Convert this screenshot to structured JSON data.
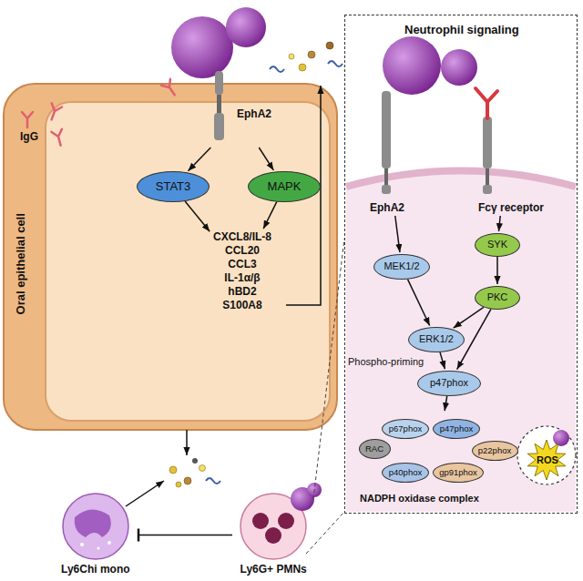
{
  "diagram": {
    "nodes": [
      {
        "text": [
          "Oral epithelial cell"
        ]
      },
      {
        "text": [
          "EphA2"
        ],
        "in": 0
      },
      {
        "text": [
          "STAT3"
        ],
        "in": 0
      },
      {
        "text": [
          "MAPK"
        ],
        "in": 0
      },
      {
        "text": [
          "CXCL8/IL-8",
          "CCL20",
          "CCL3",
          "IL-1α/β",
          "hBD2",
          "S100A8"
        ],
        "in": 0
      },
      {
        "text": [
          "Ly6Chi mono"
        ]
      },
      {
        "text": [
          "Ly6G+ PMNs"
        ]
      },
      {
        "text": [
          "Neutrophil signaling"
        ]
      },
      {
        "text": [
          "EphA2"
        ],
        "in": 7
      },
      {
        "text": [
          "Fcγ receptor"
        ],
        "in": 7
      },
      {
        "text": [
          "MEK1/2"
        ],
        "in": 7
      },
      {
        "text": [
          "SYK"
        ],
        "in": 7
      },
      {
        "text": [
          "PKC"
        ],
        "in": 7
      },
      {
        "text": [
          "ERK1/2"
        ],
        "in": 7
      },
      {
        "text": [
          "p47phox"
        ],
        "in": 7
      },
      {
        "text": [
          "NADPH oxidase complex"
        ],
        "in": 7
      },
      {
        "text": [
          "RAC"
        ],
        "in": 15
      },
      {
        "text": [
          "p67phox"
        ],
        "in": 15
      },
      {
        "text": [
          "p47phox"
        ],
        "in": 15
      },
      {
        "text": [
          "p40phox"
        ],
        "in": 15
      },
      {
        "text": [
          "gp91phox"
        ],
        "in": 15
      },
      {
        "text": [
          "p22phox"
        ],
        "in": 15
      },
      {
        "text": [
          "ROS"
        ],
        "in": 7
      }
    ],
    "edges": [
      {
        "from": 1,
        "to": 2,
        "arrow": "to"
      },
      {
        "from": 1,
        "to": 3,
        "arrow": "to"
      },
      {
        "from": 2,
        "to": 4,
        "arrow": "to"
      },
      {
        "from": 3,
        "to": 4,
        "arrow": "to"
      },
      {
        "from": 6,
        "to": 5,
        "arrow": "to"
      },
      {
        "from": 8,
        "to": 10,
        "arrow": "to"
      },
      {
        "from": 9,
        "to": 11,
        "arrow": "to"
      },
      {
        "from": 10,
        "to": 13,
        "arrow": "to"
      },
      {
        "from": 11,
        "to": 12,
        "arrow": "to"
      },
      {
        "from": 12,
        "to": 13,
        "arrow": "to"
      },
      {
        "from": 13,
        "to": 14,
        "arrow": "to"
      },
      {
        "from": 12,
        "to": 14,
        "arrow": "to"
      },
      {
        "from": 14,
        "to": 15,
        "arrow": "to"
      }
    ],
    "labels": [
      "IgG",
      "Phospho-priming"
    ]
  }
}
